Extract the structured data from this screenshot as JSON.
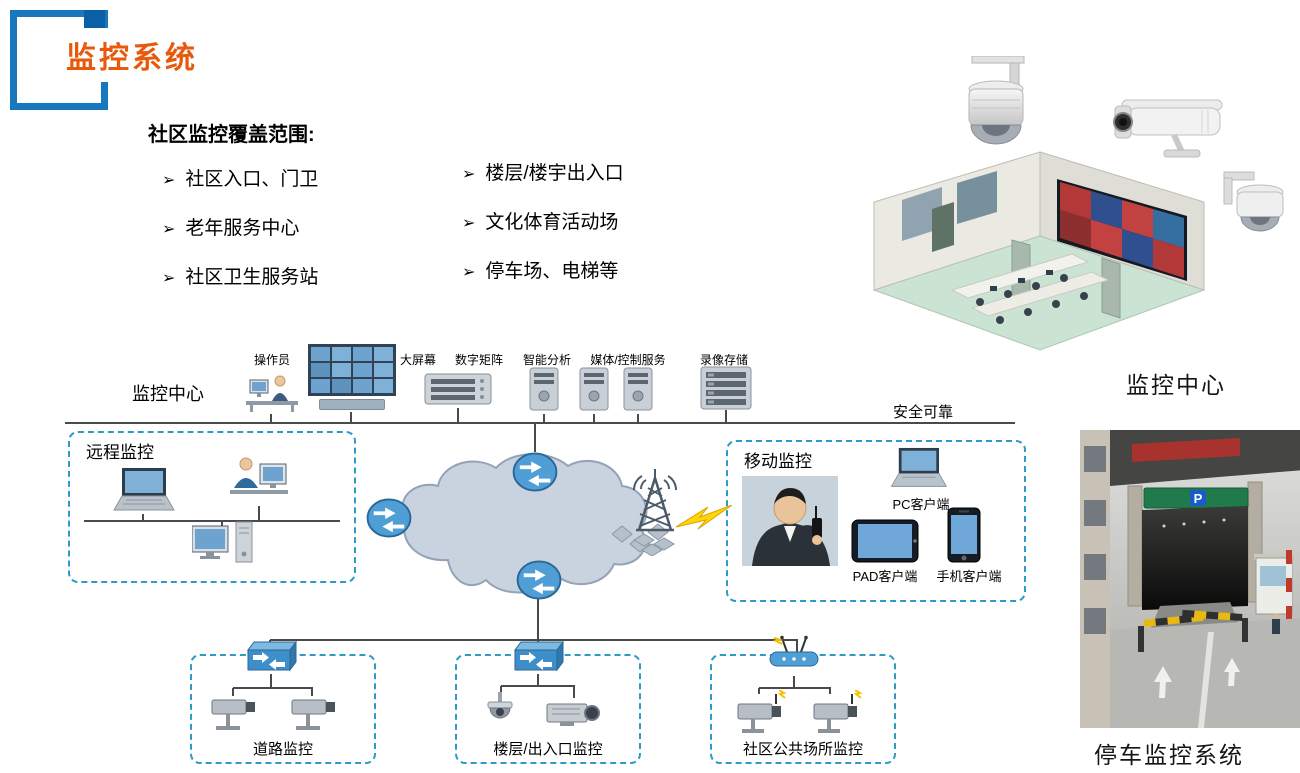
{
  "title": "监控系统",
  "coverage": {
    "header": "社区监控覆盖范围:",
    "bullet": "➢",
    "col1": [
      "社区入口、门卫",
      "老年服务中心",
      "社区卫生服务站"
    ],
    "col2": [
      "楼层/楼宇出入口",
      "文化体育活动场",
      "停车场、电梯等"
    ]
  },
  "bus": {
    "center_label": "监控中心",
    "secure_label": "安全可靠",
    "devices": [
      "操作员",
      "大屏幕",
      "数字矩阵",
      "智能分析",
      "媒体/控制服务",
      "录像存储"
    ]
  },
  "remote": {
    "label": "远程监控"
  },
  "mobile": {
    "label": "移动监控",
    "pc": "PC客户端",
    "pad": "PAD客户端",
    "phone": "手机客户端"
  },
  "sites": [
    {
      "label": "道路监控"
    },
    {
      "label": "楼层/出入口监控"
    },
    {
      "label": "社区公共场所监控"
    }
  ],
  "captions": {
    "control_room": "监控中心",
    "parking": "停车监控系统"
  },
  "parking_photo": {
    "sign_p": "P"
  },
  "colors": {
    "title_orange": "#E8590C",
    "frame_blue": "#1878BE",
    "dashed_blue": "#2E9BC6",
    "device_blue": "#4F9FD6",
    "cloud_fill": "#C9D3DF",
    "lightning_yellow": "#FFD50A"
  }
}
